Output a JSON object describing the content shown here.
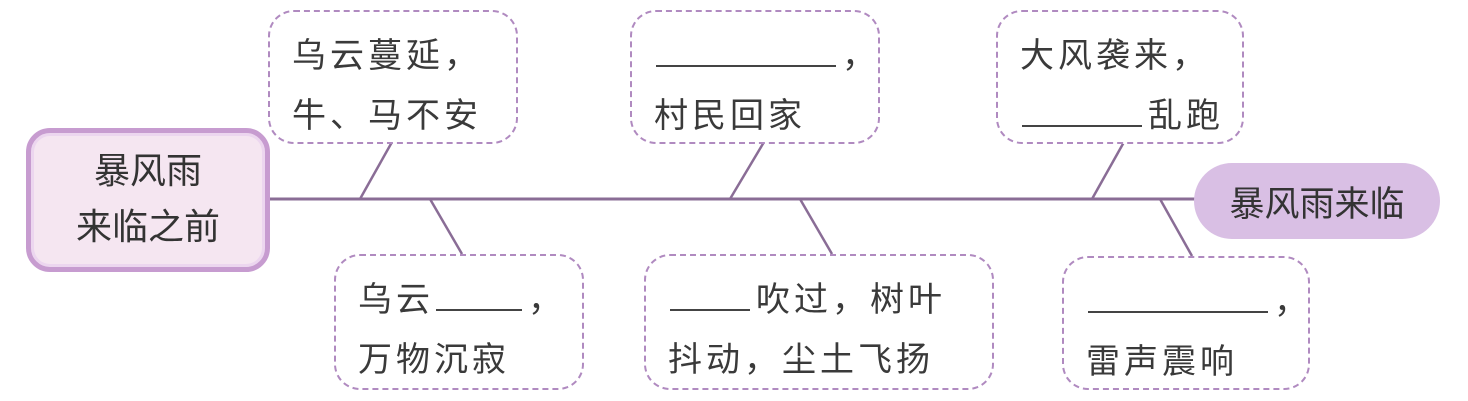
{
  "start_node": {
    "line1": "暴风雨",
    "line2": "来临之前"
  },
  "end_node": {
    "label": "暴风雨来临"
  },
  "top_boxes": [
    {
      "line1": "乌云蔓延，",
      "line2": "牛、马不安"
    },
    {
      "line1_suffix": "，",
      "line2": "村民回家"
    },
    {
      "line1": "大风袭来，",
      "line2_suffix": "乱跑"
    }
  ],
  "bottom_boxes": [
    {
      "line1_prefix": "乌云",
      "line1_suffix": "，",
      "line2": "万物沉寂"
    },
    {
      "line1_suffix": "吹过，树叶",
      "line2": "抖动，尘土飞扬"
    },
    {
      "line1_suffix": "，",
      "line2": "雷声震响"
    }
  ],
  "colors": {
    "start_fill": "#f5e6f1",
    "start_border": "#c79cd0",
    "end_fill": "#d9bfe4",
    "dashed_border": "#b08ac0",
    "spine": "#8a6d96"
  }
}
